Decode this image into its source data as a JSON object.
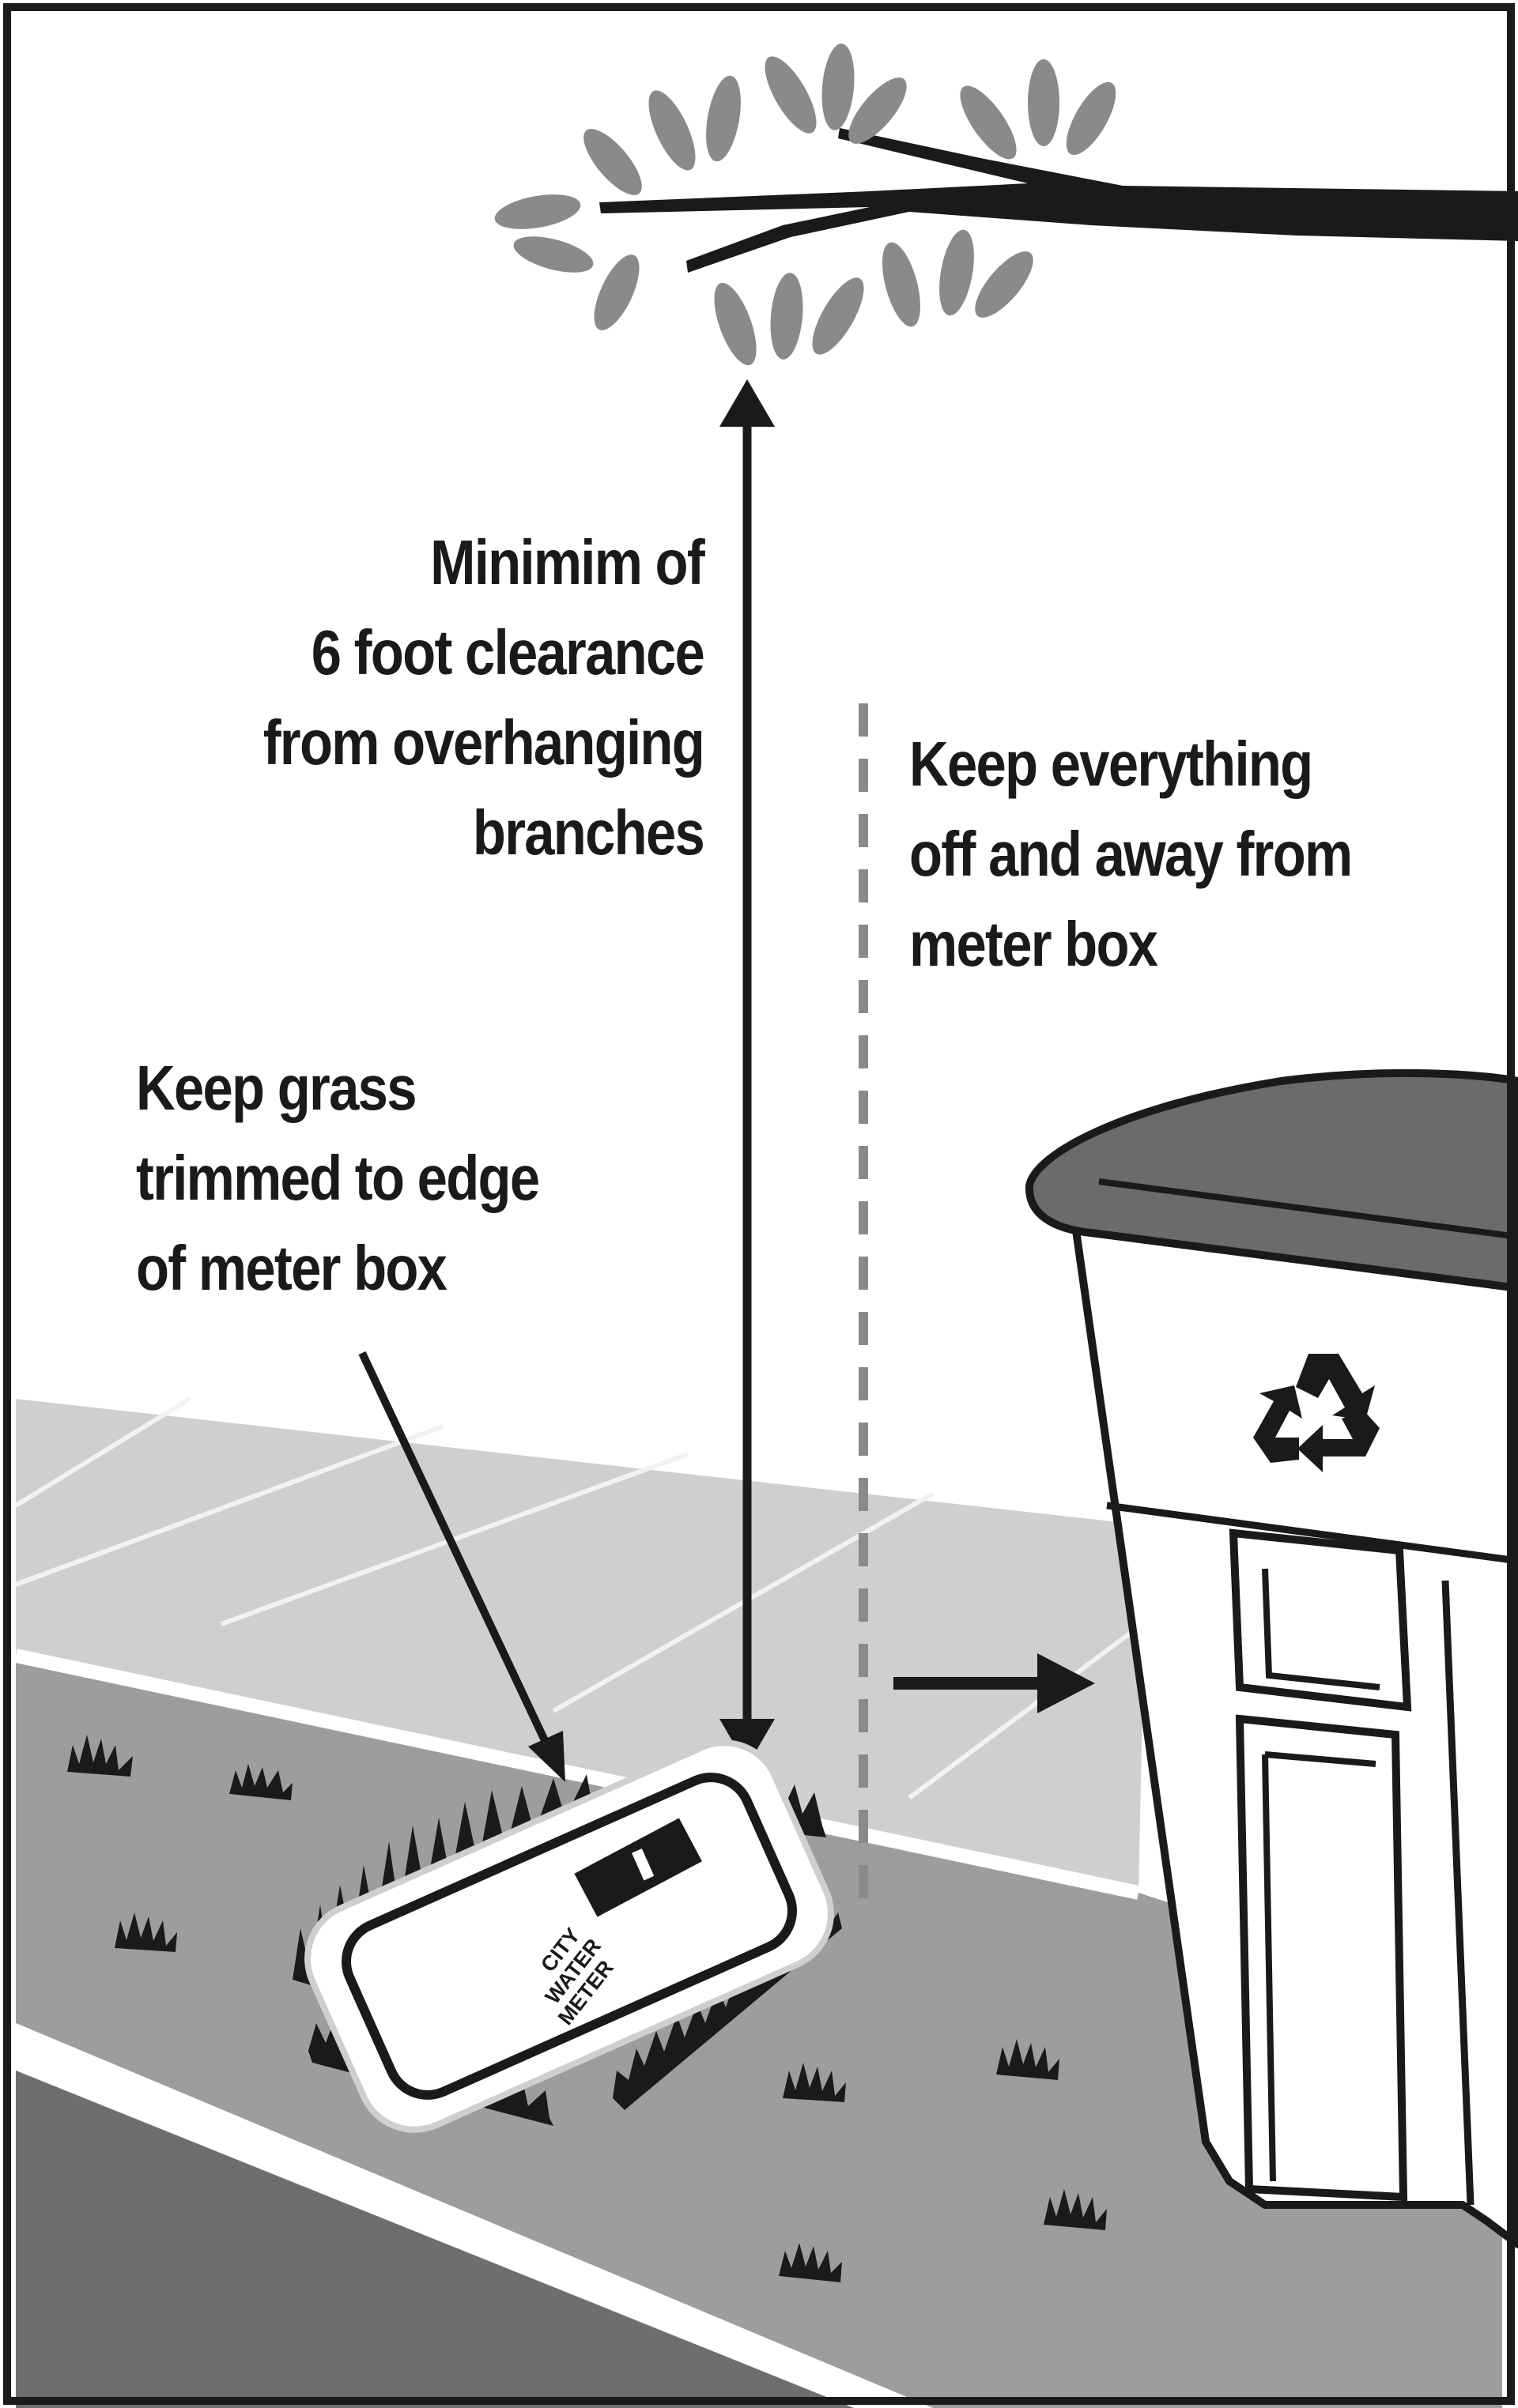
{
  "labels": {
    "clearance": [
      "Minimim of",
      "6 foot clearance",
      "from overhanging",
      "branches"
    ],
    "grass": [
      "Keep grass",
      "trimmed to edge",
      "of meter box"
    ],
    "keep_away": [
      "Keep everything",
      "off and away from",
      "meter box"
    ]
  },
  "meter_box_text": [
    "CITY",
    "WATER",
    "METER"
  ],
  "icons": {
    "recycle": "recycle-icon"
  },
  "colors": {
    "background": "#ffffff",
    "ink": "#1a1a1a",
    "leaf": "#8a8a8a",
    "sidewalk": "#cfcfcf",
    "grass_strip": "#9d9d9d",
    "road": "#6e6e6e",
    "lid": "#6b6b6b"
  }
}
